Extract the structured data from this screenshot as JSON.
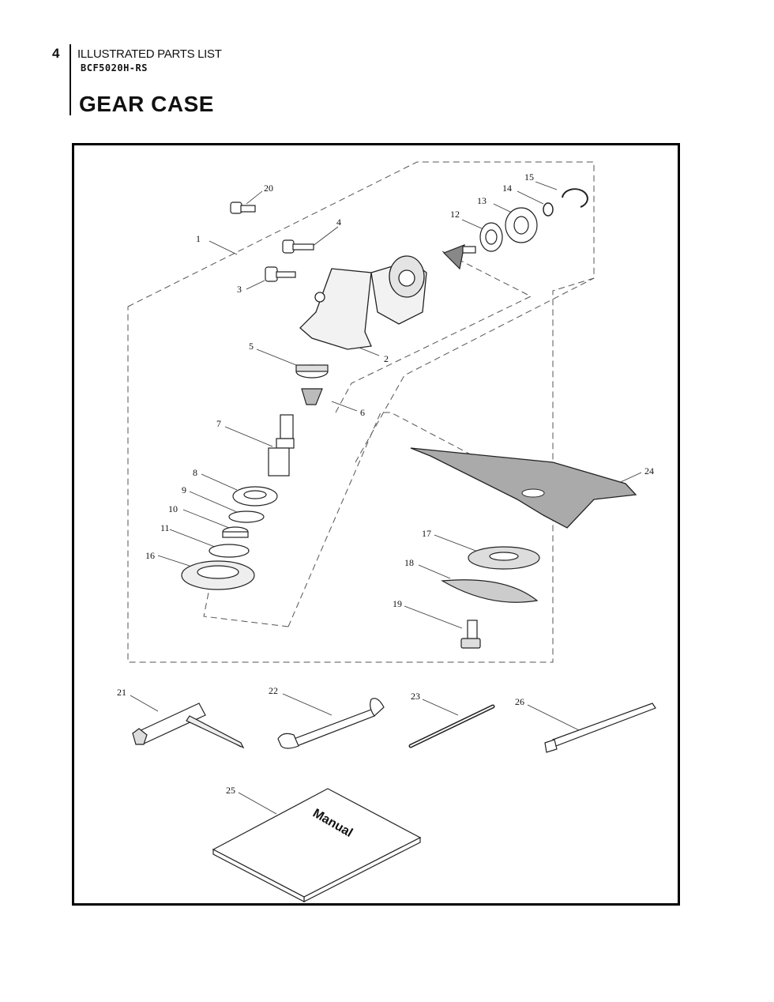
{
  "header": {
    "page_number": "4",
    "title": "ILLUSTRATED PARTS LIST",
    "model": "BCF5020H-RS",
    "section": "GEAR CASE"
  },
  "callouts": {
    "n1": "1",
    "n2": "2",
    "n3": "3",
    "n4": "4",
    "n5": "5",
    "n6": "6",
    "n7": "7",
    "n8": "8",
    "n9": "9",
    "n10": "10",
    "n11": "11",
    "n12": "12",
    "n13": "13",
    "n14": "14",
    "n15": "15",
    "n16": "16",
    "n17": "17",
    "n18": "18",
    "n19": "19",
    "n20": "20",
    "n21": "21",
    "n22": "22",
    "n23": "23",
    "n24": "24",
    "n25": "25",
    "n26": "26"
  },
  "manual_cover_text": "Manual"
}
